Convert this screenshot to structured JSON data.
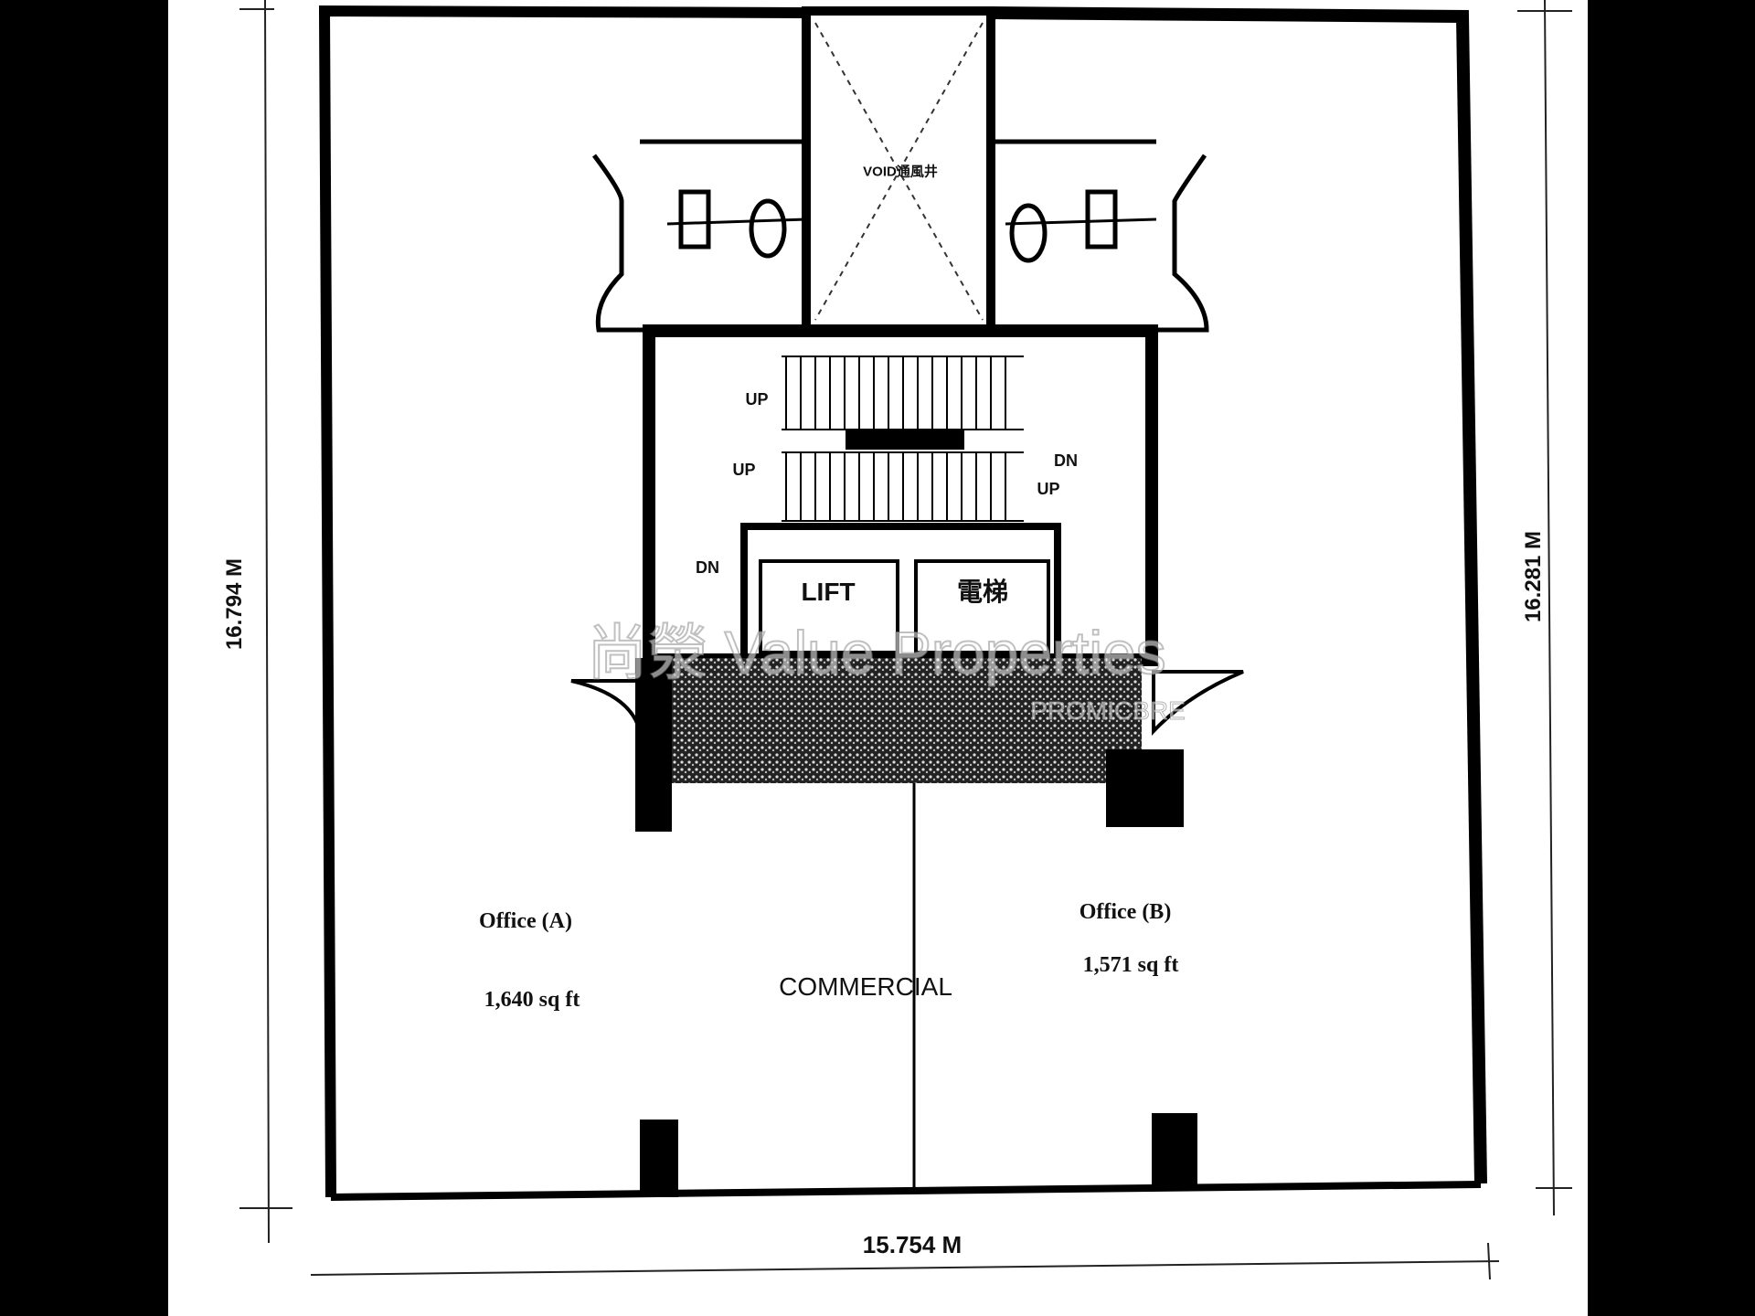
{
  "plan": {
    "dimensions": {
      "left": "16.794 M",
      "right": "16.281 M",
      "bottom": "15.754 M"
    },
    "void_label": "VOID通風井",
    "units": [
      {
        "name": "Office (A)",
        "area": "1,640 sq ft"
      },
      {
        "name": "Office (B)",
        "area": "1,571 sq ft"
      }
    ],
    "zone_label": "COMMERCIAL",
    "lift_labels": [
      "LIFT",
      "電梯"
    ],
    "stair_labels": [
      "UP",
      "UP",
      "DN",
      "UP",
      "DN"
    ]
  },
  "watermark": {
    "main": "尚滎 Value Properties",
    "sub": "PROMICBRE"
  }
}
